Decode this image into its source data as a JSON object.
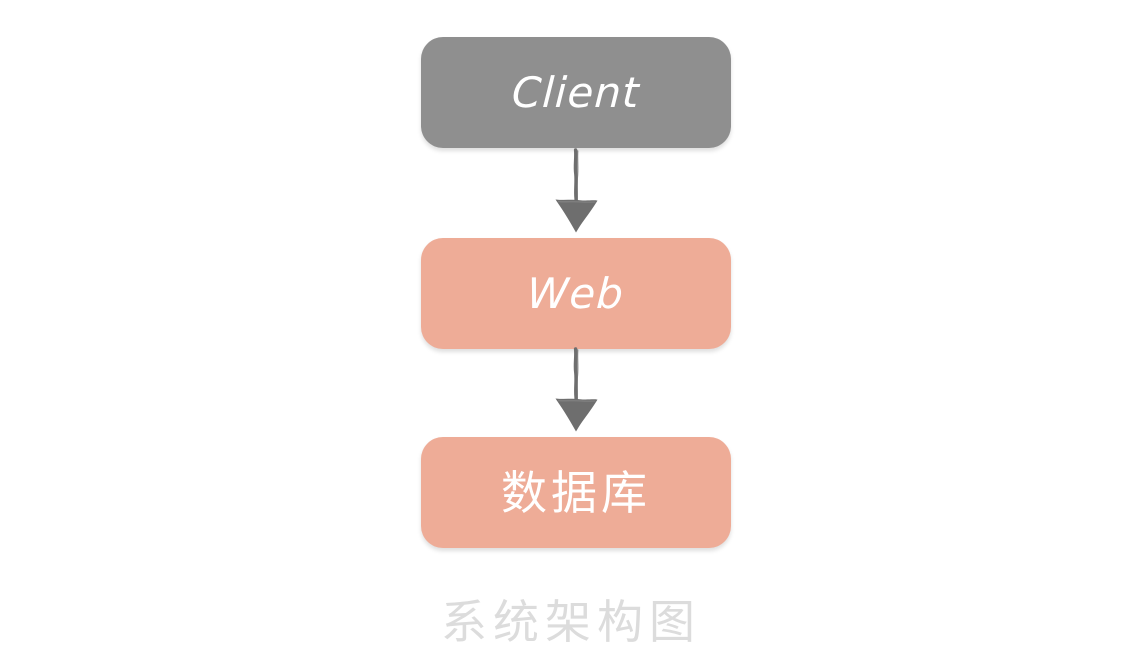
{
  "diagram": {
    "caption": "系统架构图",
    "background_color": "#ffffff",
    "caption_color": "#dcdcdc",
    "nodes": [
      {
        "id": "client",
        "label": "Client",
        "fill_color": "#8f8f8f",
        "text_color": "#ffffff",
        "shape": "rounded-rectangle"
      },
      {
        "id": "web",
        "label": "Web",
        "fill_color": "#eeac97",
        "text_color": "#ffffff",
        "shape": "rounded-rectangle"
      },
      {
        "id": "database",
        "label": "数据库",
        "fill_color": "#eeac97",
        "text_color": "#ffffff",
        "shape": "rounded-rectangle"
      }
    ],
    "edges": [
      {
        "id": "client-to-web",
        "from": "client",
        "to": "web",
        "label": "",
        "color": "#6e6e6e",
        "style": "hand-drawn-arrow",
        "direction": "down"
      },
      {
        "id": "web-to-database",
        "from": "web",
        "to": "database",
        "label": "",
        "color": "#6e6e6e",
        "style": "hand-drawn-arrow",
        "direction": "down"
      }
    ]
  }
}
